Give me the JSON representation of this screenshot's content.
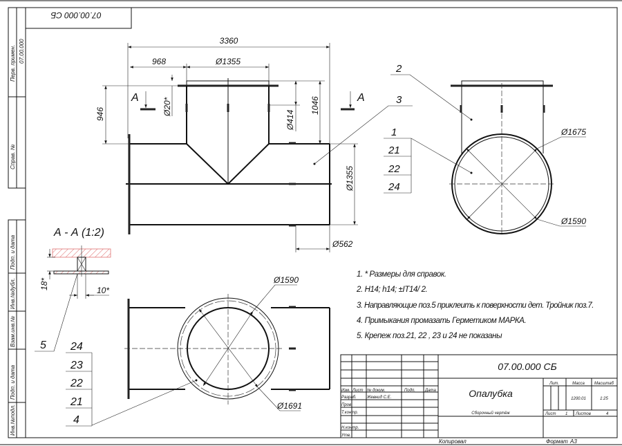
{
  "stamp_top": "07.00.000 СБ",
  "left_strip": {
    "perv_primen": "Перв. примен.",
    "perv_primen_value": "07.00.000",
    "sprav_no": "Справ. №",
    "podp_data_1": "Подп. и дата",
    "inv_dubl": "Инв.№дубл.",
    "vzam_inv": "Взам.инв.№",
    "podp_data_2": "Подп. и дата",
    "inv_podl": "Инв.№подл."
  },
  "front_view": {
    "dim_overall": "3360",
    "dim_968": "968",
    "dim_branch_dia": "Ø1355",
    "dim_946": "946",
    "dim_20": "Ø20*",
    "dim_414": "Ø414",
    "dim_1046": "1046",
    "dim_main_dia": "Ø1355",
    "dim_562": "Ø562",
    "section_mark_left": "A",
    "section_mark_right": "A",
    "callout_3": "3"
  },
  "side_view": {
    "callout_2": "2",
    "callout_stack": [
      "1",
      "21",
      "22",
      "24"
    ],
    "dim_1675": "Ø1675",
    "dim_1590": "Ø1590"
  },
  "section": {
    "title": "А - А (1:2)",
    "dim_18": "18*",
    "dim_10": "10*",
    "callout_5": "5"
  },
  "top_view": {
    "dim_1590": "Ø1590",
    "dim_1691": "Ø1691",
    "callout_stack": [
      "24",
      "23",
      "22",
      "21",
      "4"
    ]
  },
  "notes": [
    "1. * Размеры для справок.",
    "2. H14; h14; ±IT14/ 2.",
    "3. Направляющие поз.5 приклеить к поверхности дет. Тройник поз.7.",
    "4. Примыкания промазать Герметиком МАРКА.",
    "5. Крепеж поз.21, 22 , 23 и 24 не показаны"
  ],
  "title_block": {
    "designation": "07.00.000 СБ",
    "name": "Опалубка",
    "doc_type": "Сборочный чертёж",
    "headers": [
      "Изм.",
      "Лист",
      "№ докум.",
      "Подп.",
      "Дата"
    ],
    "roles": [
      "Разраб.",
      "Пров.",
      "Т.контр.",
      "",
      "Н.контр.",
      "Утв."
    ],
    "developer": "Жевнид С.Е.",
    "lit_label": "Лит.",
    "mass_label": "Масса",
    "scale_label": "Масштаб",
    "mass": "1200.01",
    "scale": "1:25",
    "sheet_label": "Лист",
    "sheet": "1",
    "sheets_label": "Листов",
    "sheets": "4",
    "copied": "Копировал",
    "format_label": "Формат",
    "format": "А3"
  }
}
